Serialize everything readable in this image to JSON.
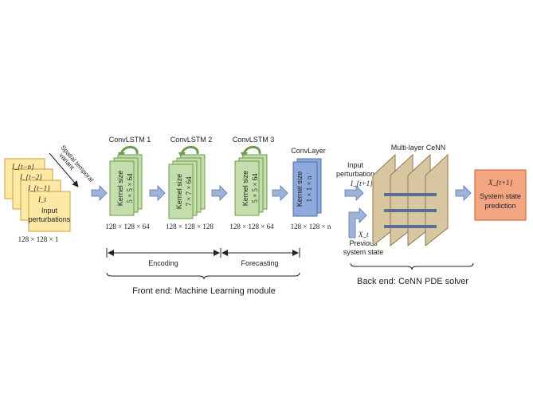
{
  "input": {
    "frame_labels": [
      "I_{t−n}",
      "I_{t−2}",
      "I_{t−1}",
      "I_t"
    ],
    "frame_text_line1": "Input",
    "frame_text_line2": "perturbations",
    "dims": "128 × 128 × 1",
    "arrow_label_line1": "Spatial temporal",
    "arrow_label_line2": "variant"
  },
  "convlstm1": {
    "title": "ConvLSTM 1",
    "kernel_label": "Kernel size",
    "kernel": "5 × 5 × 64",
    "dims": "128 × 128 × 64"
  },
  "convlstm2": {
    "title": "ConvLSTM 2",
    "kernel_label": "Kernel size",
    "kernel": "7 × 7 × 64",
    "dims": "128 × 128 × 128"
  },
  "convlstm3": {
    "title": "ConvLSTM 3",
    "kernel_label": "Kernel size",
    "kernel": "5 × 5 × 64",
    "dims": "128 × 128 × 64"
  },
  "convlayer": {
    "title": "ConvLayer",
    "kernel_label": "Kernel size",
    "kernel": "1 × 1 × n",
    "dims": "128 × 128 × n"
  },
  "phases": {
    "encoding": "Encoding",
    "forecasting": "Forecasting"
  },
  "front_end": "Front end: Machine Learning module",
  "back_end": "Back end: CeNN PDE solver",
  "cenn": {
    "title": "Multi-layer CeNN",
    "input_line1": "Input",
    "input_line2": "perturbation",
    "input_var": "I_{t+1}",
    "state_var": "X_t",
    "state_line1": "Previous",
    "state_line2": "system state"
  },
  "output": {
    "var": "X_{t+1}",
    "line1": "System state",
    "line2": "prediction"
  },
  "colors": {
    "input_fill": "#fde8a6",
    "input_stroke": "#c9a13b",
    "green_fill": "#c3deaa",
    "green_stroke": "#6f9a4e",
    "blue_fill": "#8ea9db",
    "blue_stroke": "#4f6fa8",
    "arrow_fill": "#9db3d9",
    "arrow_stroke": "#5a76a6",
    "cenn_fill": "#d7c6a0",
    "cenn_stroke": "#8c7a52",
    "output_fill": "#f4a582",
    "output_stroke": "#c0602f"
  }
}
